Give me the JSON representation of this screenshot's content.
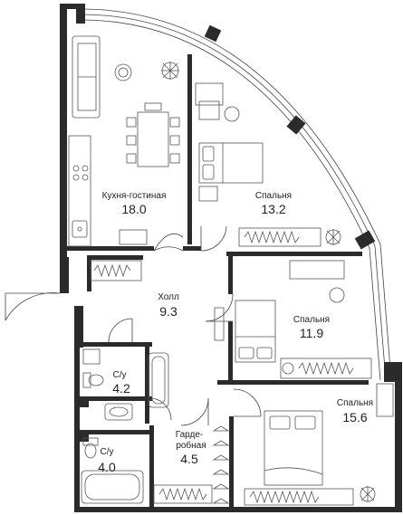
{
  "rooms": {
    "kitchen": {
      "name": "Кухня-гостиная",
      "area": "18.0"
    },
    "bedroom1": {
      "name": "Спальня",
      "area": "13.2"
    },
    "hall": {
      "name": "Холл",
      "area": "9.3"
    },
    "bedroom2": {
      "name": "Спальня",
      "area": "11.9"
    },
    "bath1": {
      "name": "С/у",
      "area": "4.2"
    },
    "bath2": {
      "name": "С/у",
      "area": "4.0"
    },
    "wardrobe": {
      "name_line1": "Гарде-",
      "name_line2": "робная",
      "area": "4.5"
    },
    "bedroom3": {
      "name": "Спальня",
      "area": "15.6"
    }
  },
  "icons": [
    "plant-icon",
    "bed-icon",
    "bathtub-icon",
    "toilet-icon",
    "sink-icon",
    "stove-icon",
    "dining-table-icon",
    "sofa-icon",
    "hanger-icon"
  ]
}
